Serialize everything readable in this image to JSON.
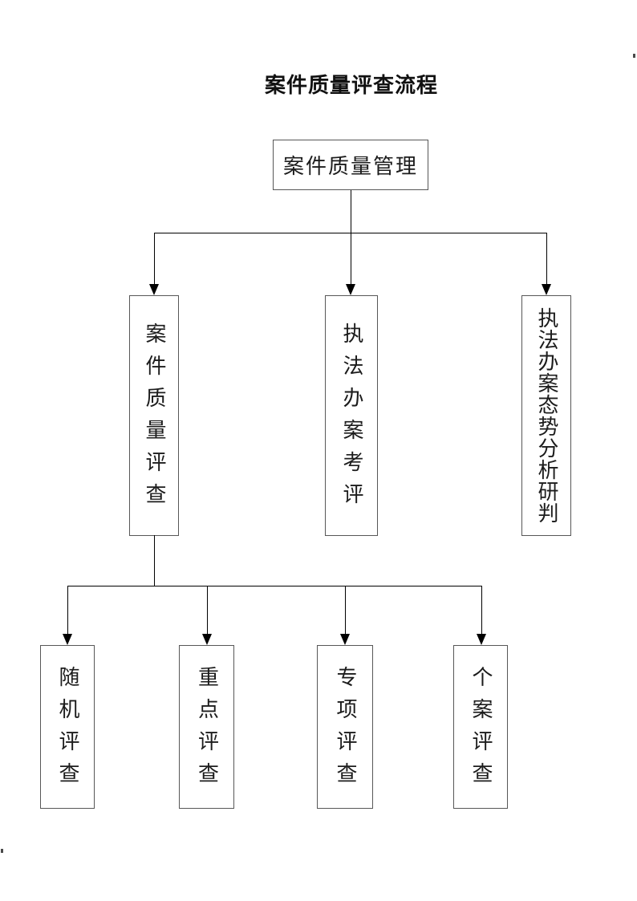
{
  "page": {
    "title": "案件质量评查流程"
  },
  "flowchart": {
    "root": {
      "label": "案件质量管理"
    },
    "level2": [
      {
        "label": "案件质量评查"
      },
      {
        "label": "执法办案考评"
      },
      {
        "label": "执法办案态势分析研判"
      }
    ],
    "level3": [
      {
        "label": "随机评查"
      },
      {
        "label": "重点评查"
      },
      {
        "label": "专项评查"
      },
      {
        "label": "个案评查"
      }
    ]
  },
  "colors": {
    "background": "#ffffff",
    "box_border": "#575757",
    "connector_line": "#000000",
    "text": "#1c1c1c"
  }
}
